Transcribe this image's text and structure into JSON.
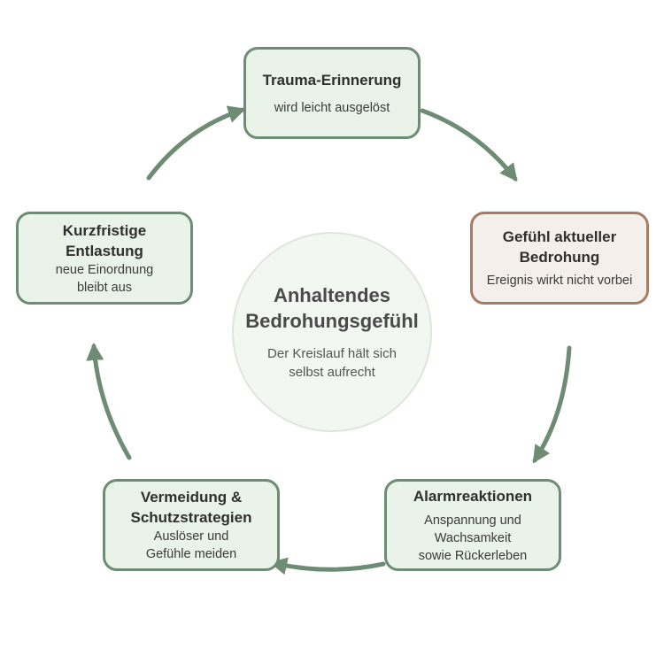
{
  "center": {
    "title": "Anhaltendes\nBedrohungsgefühl",
    "subtitle": "Der Kreislauf hält sich\nselbst aufrecht"
  },
  "nodes": {
    "trauma": {
      "title": "Trauma-Erinnerung",
      "subtitle": "wird leicht ausgelöst"
    },
    "threat": {
      "title": "Gefühl aktueller\nBedrohung",
      "subtitle": "Ereignis wirkt nicht vorbei"
    },
    "alarm": {
      "title": "Alarmreaktionen",
      "subtitle": "Anspannung und\nWachsamkeit\nsowie Rückerleben"
    },
    "avoidance": {
      "title": "Vermeidung &\nSchutzstrategien",
      "subtitle": "Auslöser und\nGefühle meiden"
    },
    "relief": {
      "title": "Kurzfristige\nEntlastung",
      "subtitle": "neue Einordnung\nbleibt aus"
    }
  },
  "colors": {
    "node_border": "#6e8c74",
    "node_fill": "#eaf3ea",
    "alert_border": "#a67c64",
    "alert_fill": "#f4efea",
    "arrow": "#6e8c74",
    "center_fill": "#f3f7f2"
  }
}
